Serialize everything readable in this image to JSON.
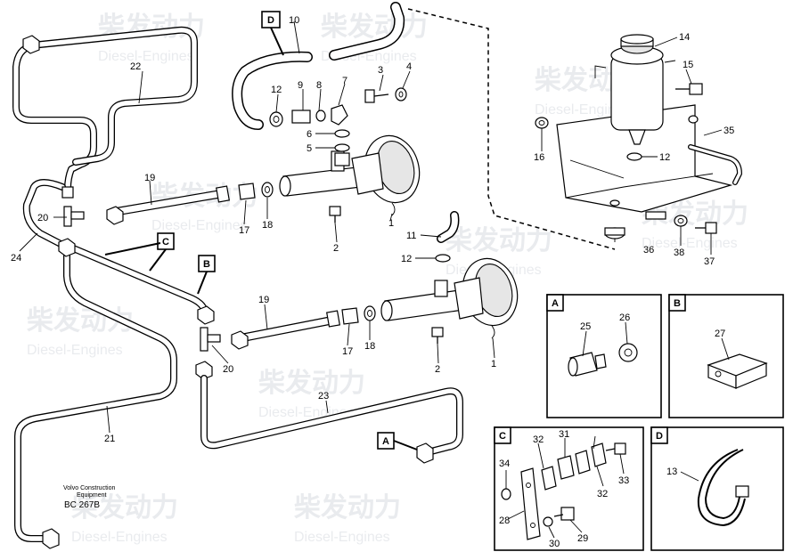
{
  "watermark": {
    "cn": "柴发动力",
    "en": "Diesel-Engines"
  },
  "footer": {
    "company_line1": "Volvo Construction",
    "company_line2": "Equipment",
    "code": "BC 267B"
  },
  "callouts": {
    "A": "A",
    "B": "B",
    "C": "C",
    "D": "D"
  },
  "detail_boxes": {
    "A": {
      "label": "A",
      "parts": [
        "25",
        "26"
      ]
    },
    "B": {
      "label": "B",
      "parts": [
        "27"
      ]
    },
    "C": {
      "label": "C",
      "parts": [
        "32",
        "31",
        "32",
        "33",
        "34",
        "28",
        "30",
        "29"
      ]
    },
    "D": {
      "label": "D",
      "parts": [
        "13"
      ]
    }
  },
  "part_numbers": {
    "p1a": "1",
    "p1b": "1",
    "p2a": "2",
    "p2b": "2",
    "p3": "3",
    "p4": "4",
    "p5": "5",
    "p6": "6",
    "p7": "7",
    "p8": "8",
    "p9": "9",
    "p10": "10",
    "p11": "11",
    "p12a": "12",
    "p12b": "12",
    "p12c": "12",
    "p13": "13",
    "p14": "14",
    "p15": "15",
    "p16": "16",
    "p17a": "17",
    "p17b": "17",
    "p18a": "18",
    "p18b": "18",
    "p19a": "19",
    "p19b": "19",
    "p20a": "20",
    "p20b": "20",
    "p21": "21",
    "p22": "22",
    "p23": "23",
    "p24": "24",
    "p25": "25",
    "p26": "26",
    "p27": "27",
    "p28": "28",
    "p29": "29",
    "p30": "30",
    "p31": "31",
    "p32a": "32",
    "p32b": "32",
    "p33": "33",
    "p34": "34",
    "p35": "35",
    "p36": "36",
    "p37": "37",
    "p38": "38"
  }
}
